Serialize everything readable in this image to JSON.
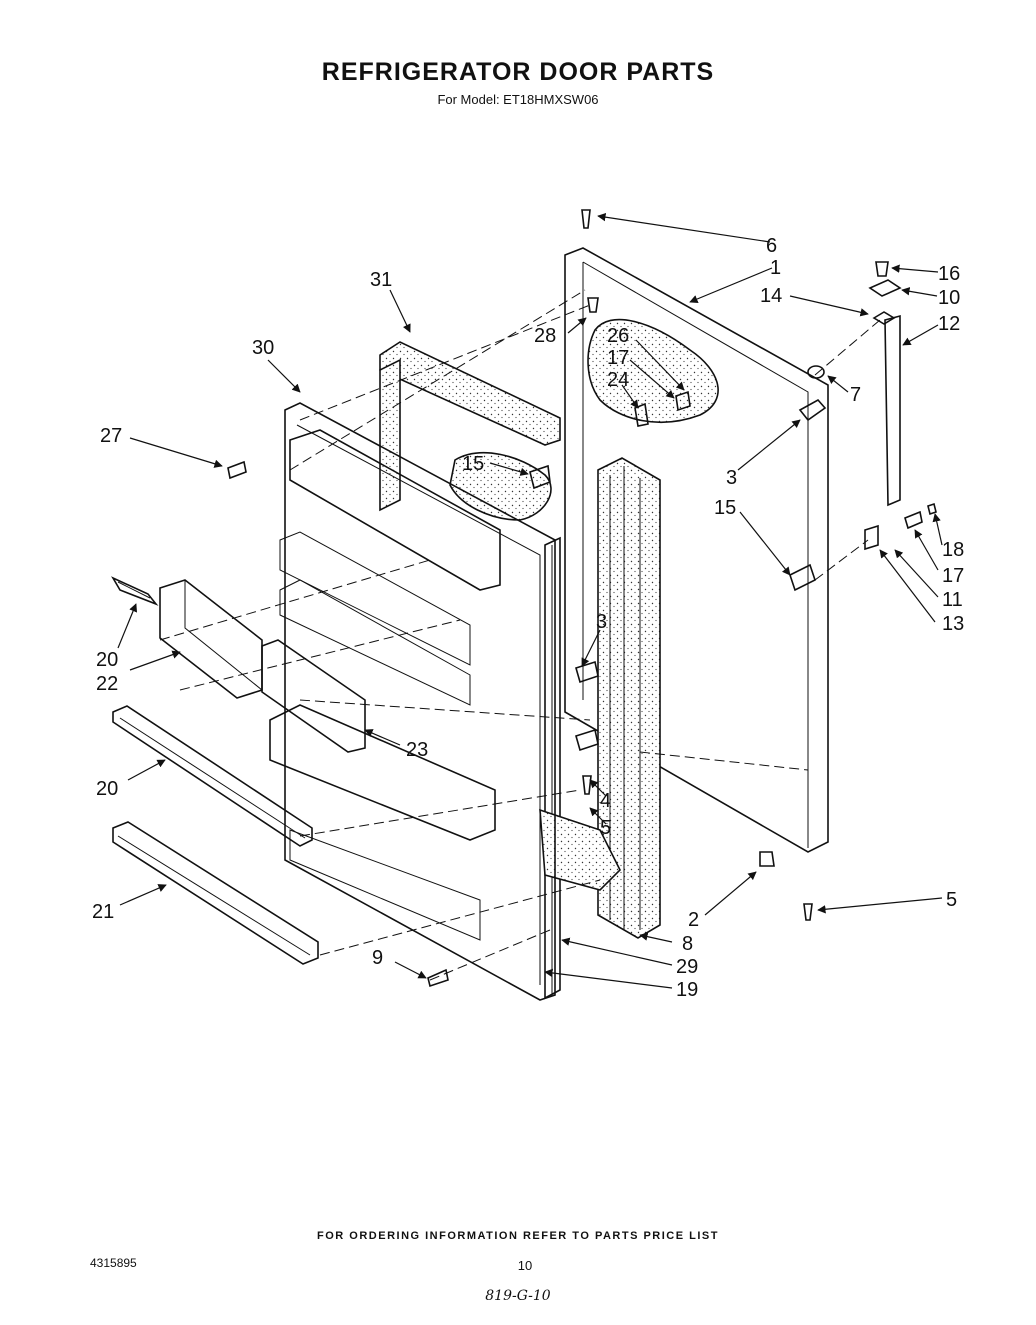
{
  "header": {
    "title": "REFRIGERATOR DOOR PARTS",
    "subtitle": "For Model: ET18HMXSW06"
  },
  "footer": {
    "ordering_note": "FOR ORDERING INFORMATION REFER TO PARTS PRICE LIST",
    "document_number": "4315895",
    "page_number": "10",
    "handwritten_note": "819-G-10"
  },
  "callouts": {
    "c1": "1",
    "c2": "2",
    "c3a": "3",
    "c3b": "3",
    "c4": "4",
    "c5a": "5",
    "c5b": "5",
    "c6": "6",
    "c7": "7",
    "c8": "8",
    "c9": "9",
    "c10": "10",
    "c11": "11",
    "c12": "12",
    "c13": "13",
    "c14": "14",
    "c15a": "15",
    "c15b": "15",
    "c16": "16",
    "c17a": "17",
    "c17b": "17",
    "c18": "18",
    "c19": "19",
    "c20a": "20",
    "c20b": "20",
    "c21": "21",
    "c22": "22",
    "c23": "23",
    "c24": "24",
    "c26": "26",
    "c27": "27",
    "c28": "28",
    "c29": "29",
    "c30": "30",
    "c31": "31"
  }
}
